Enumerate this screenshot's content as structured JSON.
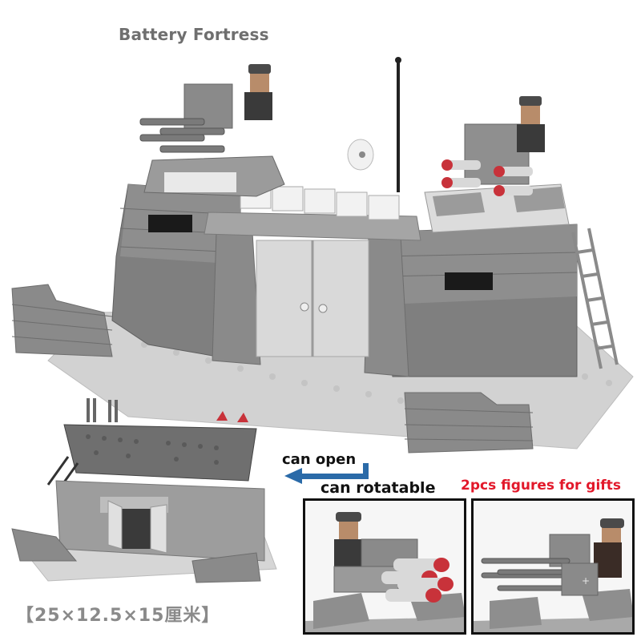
{
  "product": {
    "title": "Battery Fortress",
    "dimensions": "【25×12.5×15厘米】"
  },
  "annotations": {
    "can_open": "can open",
    "can_rotatable": "can rotatable",
    "figures_gift": "2pcs figures for gifts"
  },
  "images": {
    "main": "fortress-main-view",
    "open_view": "fortress-open-roof-view",
    "detail_left": "rocket-launcher-turret-with-figure",
    "detail_right": "gatling-anti-aircraft-turret-with-figure"
  },
  "colors": {
    "title_gray": "#6f6f6f",
    "arrow_blue": "#2a6aa8",
    "gift_red": "#e2182a",
    "brick_gray": "#8e8e8e",
    "light_gray": "#c9c9c9",
    "rocket_red": "#c8323a"
  }
}
